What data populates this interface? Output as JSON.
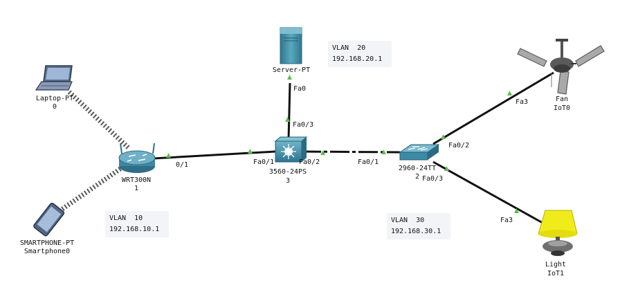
{
  "devices": {
    "server": {
      "name": "Server-PT"
    },
    "laptop": {
      "name": "Laptop-PT",
      "id": "0"
    },
    "router": {
      "name": "WRT300N",
      "id": "1"
    },
    "smartphone": {
      "name": "SMARTPHONE-PT",
      "id": "Smartphone0"
    },
    "l3switch": {
      "name": "3560-24PS",
      "id": "3"
    },
    "l2switch": {
      "name": "2960-24TT",
      "id": "2"
    },
    "fan": {
      "name": "Fan",
      "id": "IoT0"
    },
    "light": {
      "name": "Light",
      "id": "IoT1"
    }
  },
  "ports": {
    "server_fa0": "Fa0",
    "l3_fa03": "Fa0/3",
    "router_01": "0/1",
    "l3_fa01": "Fa0/1",
    "l3_fa02": "Fa0/2",
    "l2_fa01": "Fa0/1",
    "l2_fa02": "Fa0/2",
    "l2_fa03": "Fa0/3",
    "fan_fa3": "Fa3",
    "light_fa3": "Fa3"
  },
  "vlans": {
    "v20": {
      "name": "VLAN  20",
      "net": "192.168.20.1"
    },
    "v10": {
      "name": "VLAN  10",
      "net": "192.168.10.1"
    },
    "v30": {
      "name": "VLAN  30",
      "net": "192.168.30.1"
    }
  },
  "colors": {
    "link": "#111111",
    "port_marker": "#5cc04a",
    "server": "#3f8da3",
    "switch": "#3d8aa5",
    "light_shade": "#f0ec1c"
  }
}
